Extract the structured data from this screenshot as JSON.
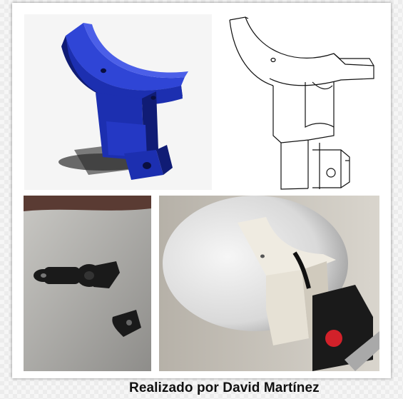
{
  "credit": {
    "text": "Realizado por David Martínez"
  },
  "panels": [
    {
      "name": "render-3d-blue",
      "description": ""
    },
    {
      "name": "line-drawing",
      "description": ""
    },
    {
      "name": "photo-broken-part",
      "description": ""
    },
    {
      "name": "photo-mounted-part",
      "description": ""
    }
  ],
  "colors": {
    "part_blue": "#1c2fb0",
    "part_blue_light": "#2f45d6",
    "part_blue_dark": "#101c75",
    "printed_part": "#eeeae0",
    "black_plastic": "#1a1a1a",
    "red_button": "#d2212a"
  }
}
